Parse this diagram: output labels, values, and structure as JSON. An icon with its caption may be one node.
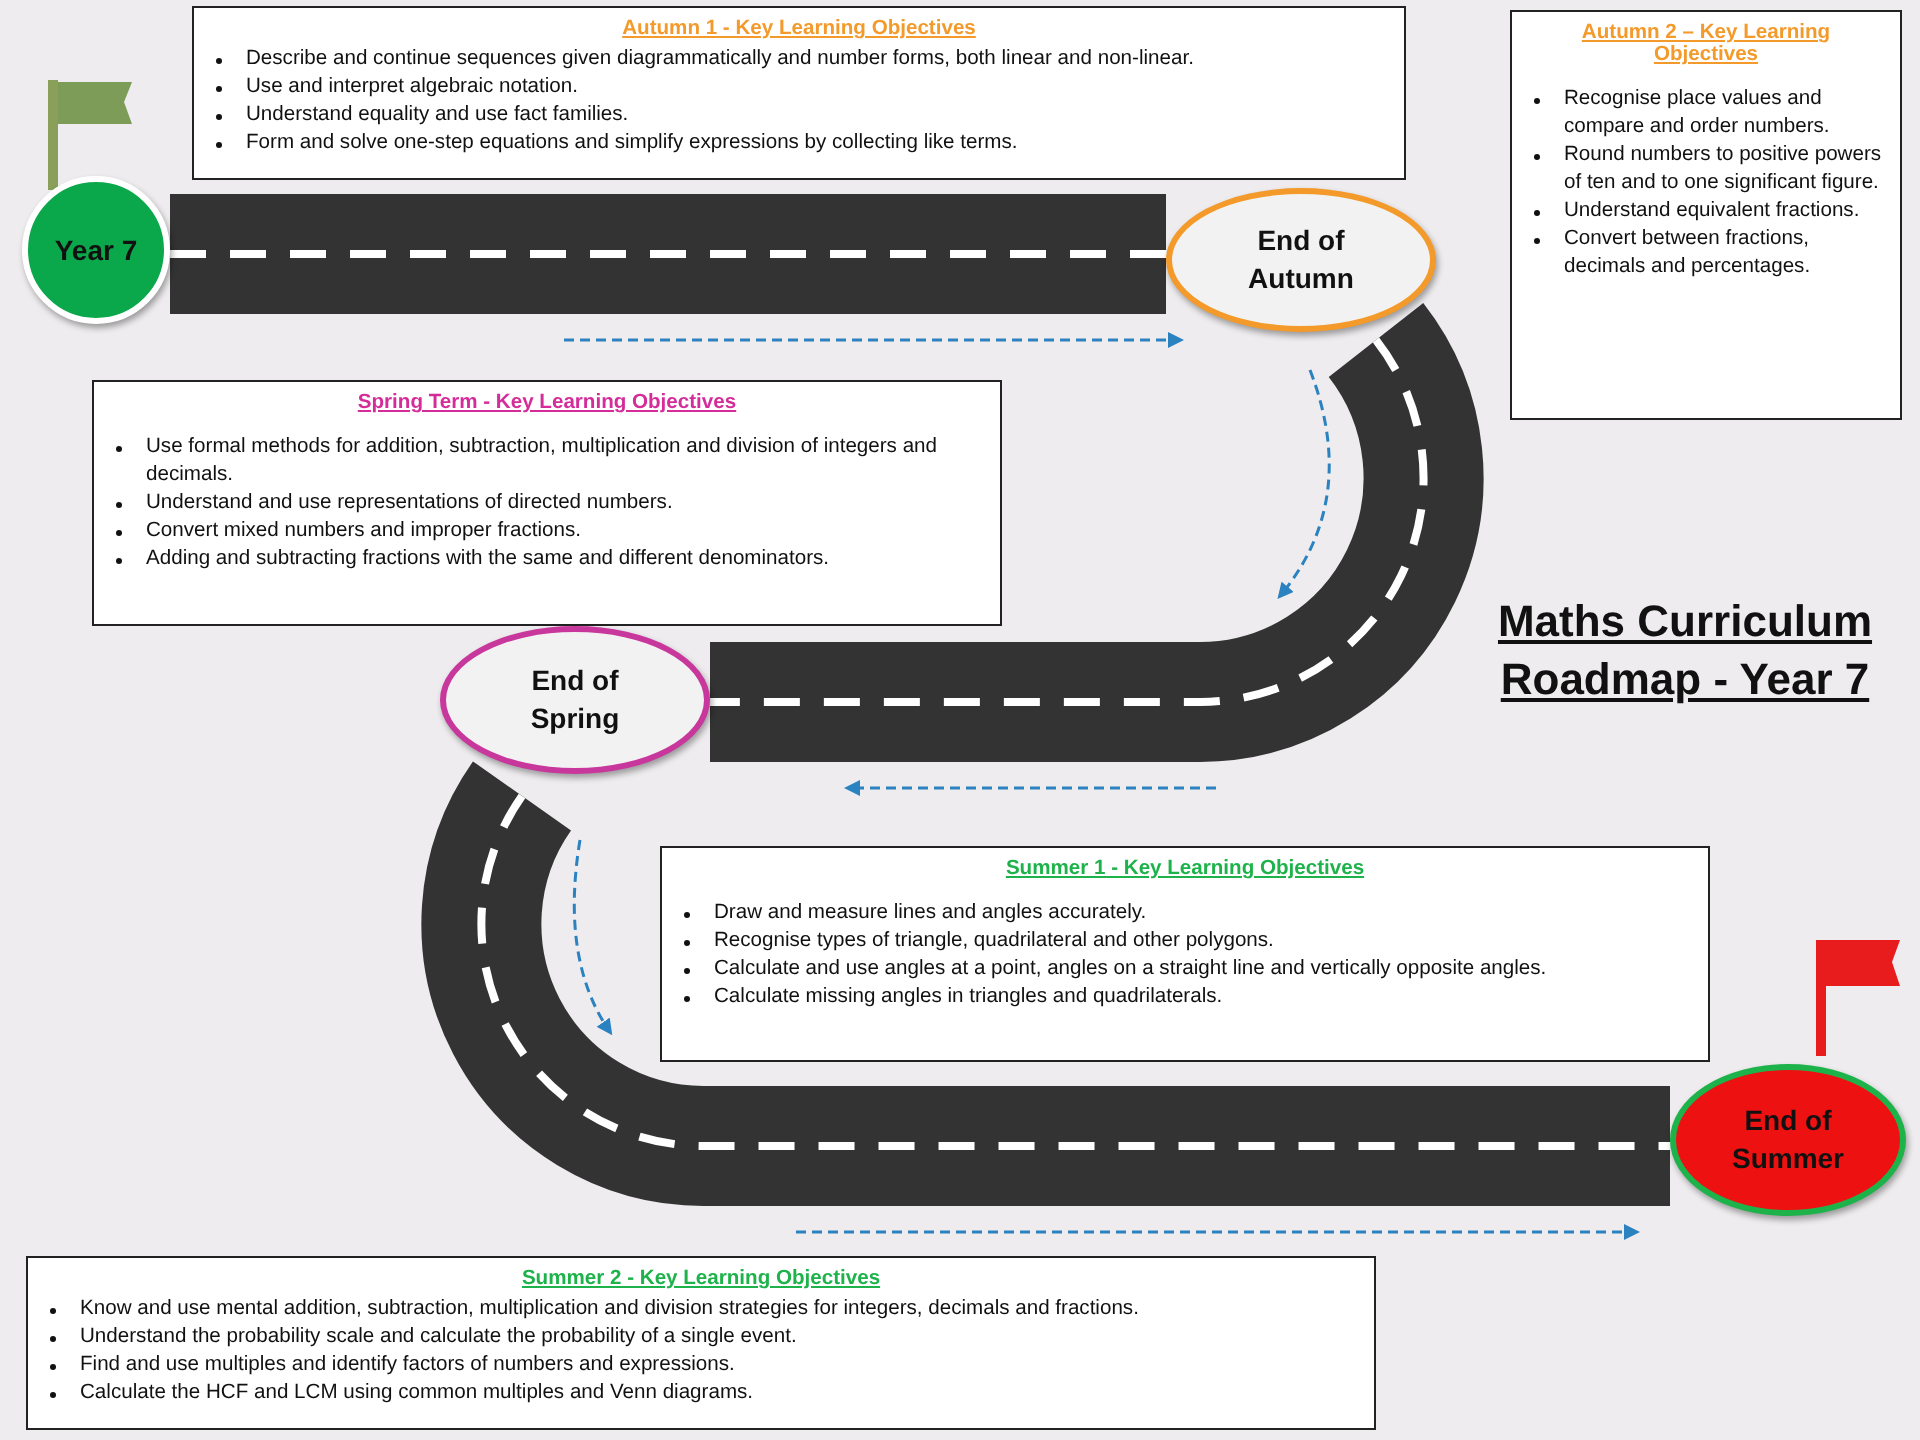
{
  "diagram": {
    "title": "Maths Curriculum Roadmap - Year 7",
    "nodes": [
      {
        "text": [
          "Autumn 1 - Key Learning Objectives",
          "Describe and continue sequences given diagrammatically and number forms, both linear and non-linear.",
          "Use and interpret algebraic notation.",
          "Understand equality and use fact families.",
          "Form and solve one-step equations and simplify expressions by collecting like terms."
        ]
      },
      {
        "text": [
          "Autumn 2 – Key Learning Objectives",
          "Recognise place values and compare and order numbers.",
          "Round numbers to positive powers of ten and to one significant figure.",
          "Understand equivalent fractions.",
          "Convert between fractions, decimals and percentages."
        ]
      },
      {
        "text": [
          "Year 7"
        ]
      },
      {
        "text": [
          "End of Autumn"
        ]
      },
      {
        "text": [
          "Spring Term - Key Learning Objectives",
          "Use formal methods for addition, subtraction, multiplication and division of integers and decimals.",
          "Understand and use representations of directed numbers.",
          "Convert mixed numbers and improper fractions.",
          "Adding and subtracting fractions with the same and different denominators."
        ]
      },
      {
        "text": [
          "End of Spring"
        ]
      },
      {
        "text": [
          "Summer 1 - Key Learning Objectives",
          "Draw and measure lines and angles accurately.",
          "Recognise types of triangle, quadrilateral and other polygons.",
          "Calculate and use angles at a point, angles on a straight line and vertically opposite angles.",
          "Calculate missing angles in triangles and quadrilaterals."
        ]
      },
      {
        "text": [
          "End of Summer"
        ]
      },
      {
        "text": [
          "Summer 2 - Key Learning Objectives",
          "Know and use mental addition, subtraction, multiplication and division strategies for integers, decimals and fractions.",
          "Understand the probability scale and calculate the probability of a single event.",
          "Find and use multiples and identify factors of numbers and expressions.",
          "Calculate the HCF and LCM using common multiples and Venn diagrams."
        ]
      }
    ],
    "edges": [
      {
        "from": 2,
        "to": 3,
        "arrow": "none"
      },
      {
        "from": 3,
        "to": 5,
        "arrow": "none"
      },
      {
        "from": 5,
        "to": 7,
        "arrow": "none"
      }
    ]
  }
}
